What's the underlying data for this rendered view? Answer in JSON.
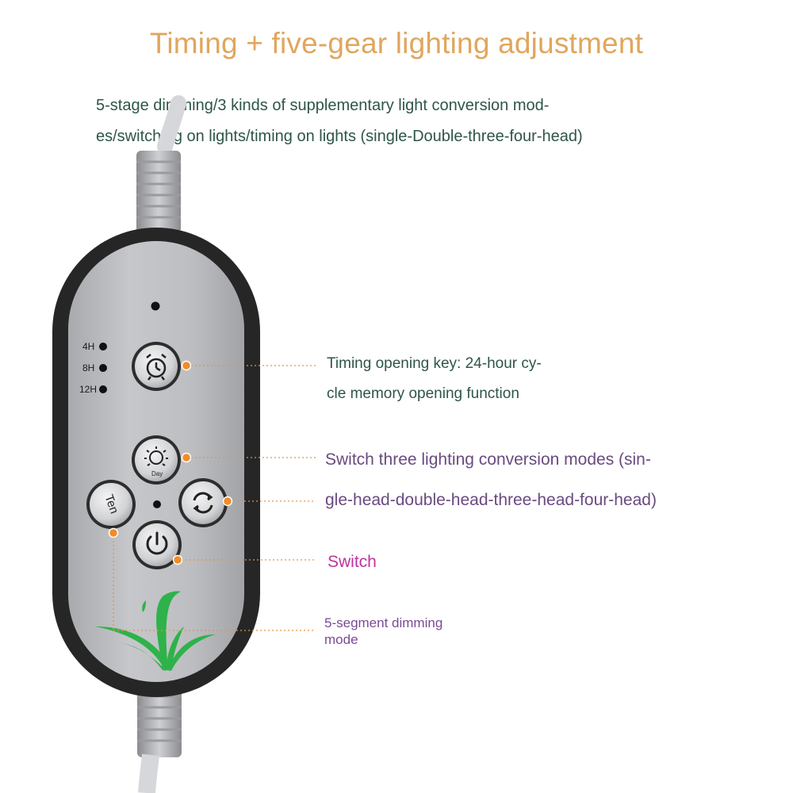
{
  "header": {
    "title": "Timing + five-gear lighting adjustment",
    "subtitle_line1": "5-stage dimming/3 kinds of supplementary light conversion mod-",
    "subtitle_line2": "es/switching on lights/timing on lights (single-Double-three-four-head)"
  },
  "remote": {
    "timer_labels": [
      "4H",
      "8H",
      "12H"
    ],
    "ten_button_label": "Ten",
    "day_button_label": "Day"
  },
  "callouts": {
    "timing_line1": "Timing opening key: 24-hour cy-",
    "timing_line2": "cle memory opening function",
    "modes_line1": "Switch three lighting conversion modes (sin-",
    "modes_line2": "gle-head-double-head-three-head-four-head)",
    "switch": "Switch",
    "dimming_line1": "5-segment dimming",
    "dimming_line2": "mode"
  },
  "colors": {
    "title": "#e0a65e",
    "subtitle": "#2e5646",
    "callout_green": "#2e5646",
    "callout_purple": "#6a4a80",
    "callout_magenta": "#c0349a",
    "accent_dot": "#f28c28",
    "remote_body": "#b9babe",
    "remote_bezel": "#2a2a2a",
    "leaf_green": "#2fb24a"
  }
}
